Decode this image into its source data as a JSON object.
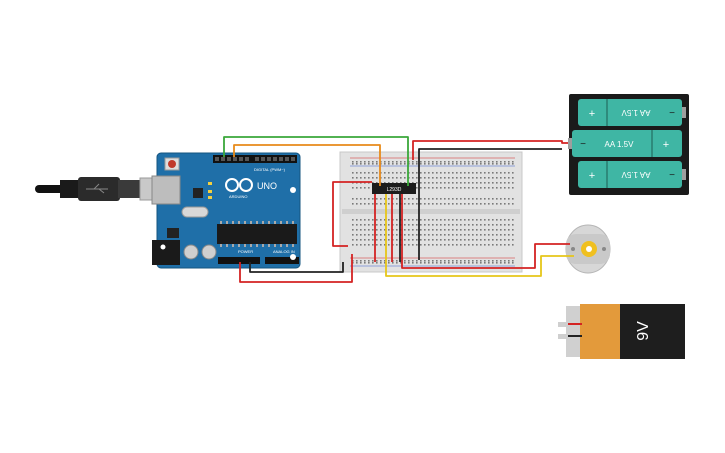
{
  "components": {
    "arduino": {
      "logo_text": "UNO",
      "brand_text": "ARDUINO",
      "digital_label": "DIGITAL (PWM~)",
      "power_label": "POWER",
      "analog_label": "ANALOG IN",
      "board_color": "#1f6fa8"
    },
    "breadboard": {
      "chip_label": "L293D"
    },
    "battery_pack": {
      "cells": [
        {
          "label": "AA 1.5V",
          "orientation": "flipped"
        },
        {
          "label": "AA 1.5V",
          "orientation": "normal"
        },
        {
          "label": "AA 1.5V",
          "orientation": "flipped"
        }
      ],
      "plus_symbol": "+",
      "minus_symbol": "−",
      "cell_color": "#3fb6a4"
    },
    "nine_volt_battery": {
      "label": "9V"
    },
    "dc_motor": {
      "shaft_color": "#f0c020"
    },
    "usb_cable": {}
  },
  "wire_colors": {
    "red": "#d42323",
    "black": "#222222",
    "green": "#3aa83a",
    "orange": "#e88a1a",
    "yellow": "#e6c619"
  }
}
